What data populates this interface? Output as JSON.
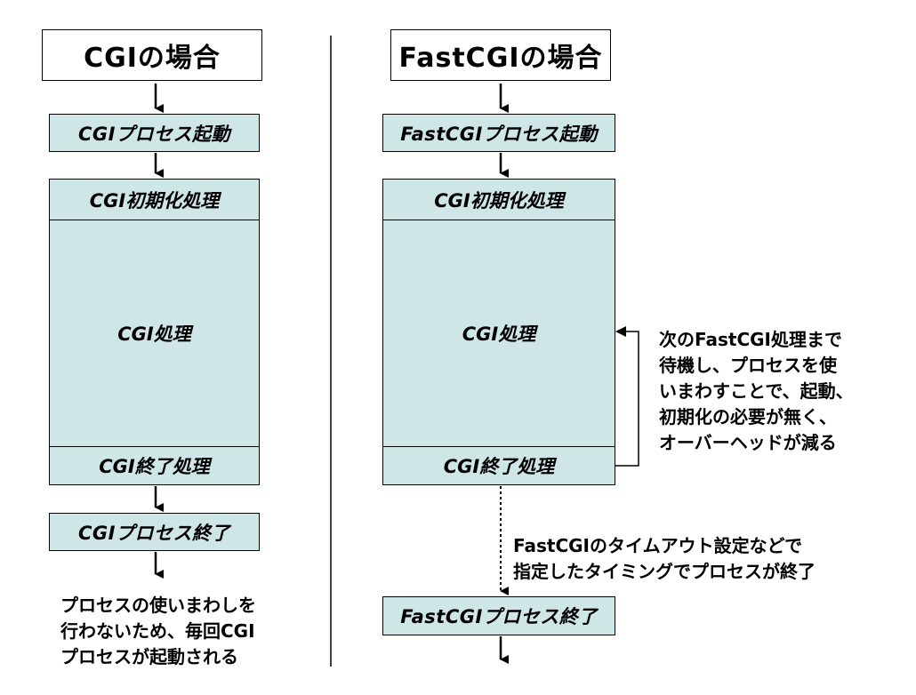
{
  "left": {
    "title": "CGIの場合",
    "process_start": "CGIプロセス起動",
    "init": "CGI初期化処理",
    "process": "CGI処理",
    "finish": "CGI終了処理",
    "process_end": "CGIプロセス終了",
    "note": "プロセスの使いまわしを\n行わないため、毎回CGI\nプロセスが起動される"
  },
  "right": {
    "title": "FastCGIの場合",
    "process_start": "FastCGIプロセス起動",
    "init": "CGI初期化処理",
    "process": "CGI処理",
    "finish": "CGI終了処理",
    "process_end": "FastCGIプロセス終了",
    "loop_note": "次のFastCGI処理まで\n待機し、プロセスを使\nいまわすことで、起動、\n初期化の必要が無く、\nオーバーヘッドが減る",
    "timeout_note": "FastCGIのタイムアウト設定などで\n指定したタイミングでプロセスが終了"
  },
  "colors": {
    "box_fill": "#cfe6e7",
    "stroke": "#000000"
  }
}
